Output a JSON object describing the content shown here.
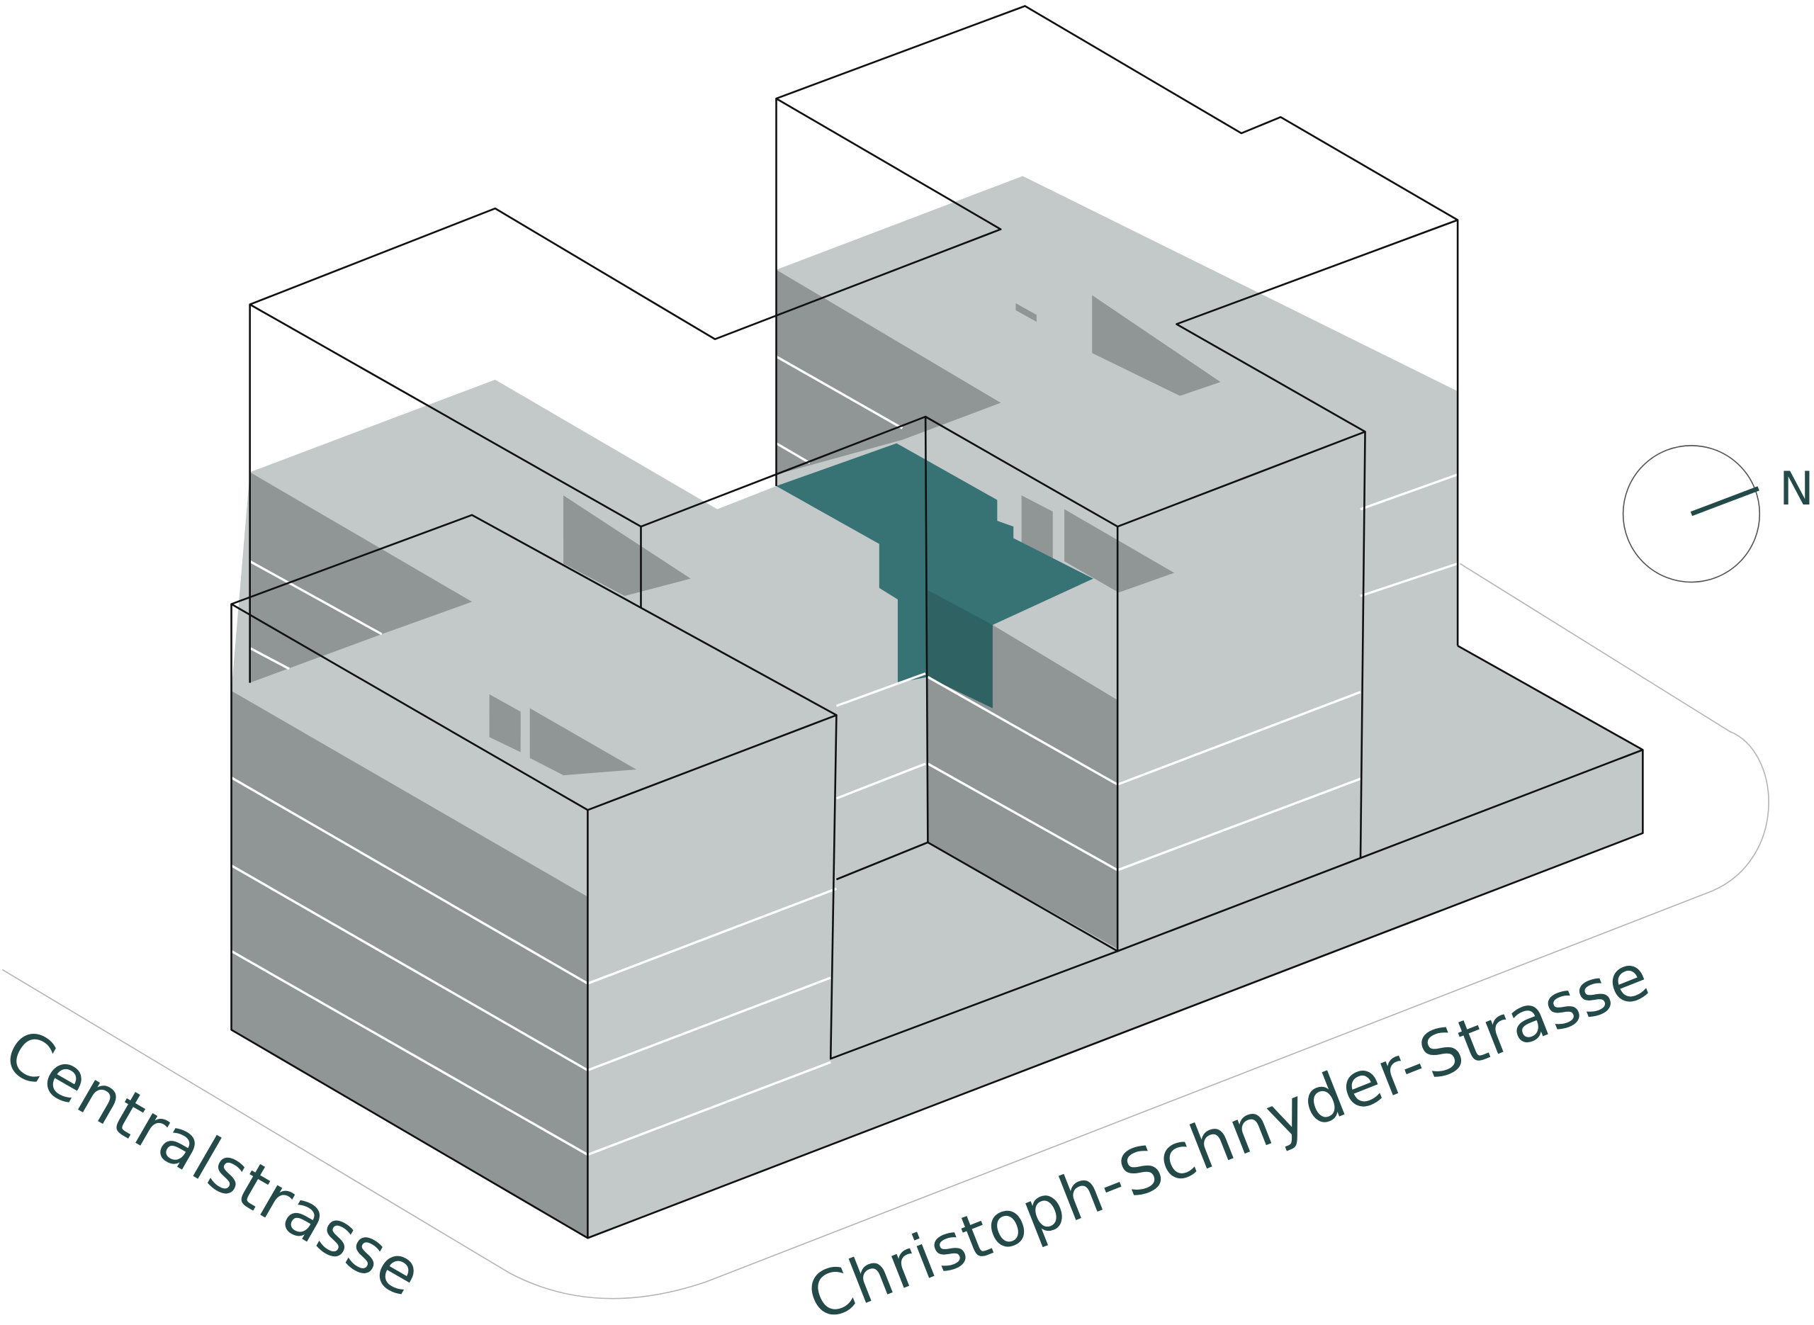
{
  "diagram": {
    "streets": [
      {
        "name": "Centralstrasse"
      },
      {
        "name": "Christoph-Schnyder-Strasse"
      }
    ],
    "north_label": "N",
    "colors": {
      "massing": "#c2c9c8",
      "shadow_face": "#909595",
      "highlight": "#377275",
      "highlight_dark": "#2f6363",
      "text": "#234a48"
    }
  }
}
